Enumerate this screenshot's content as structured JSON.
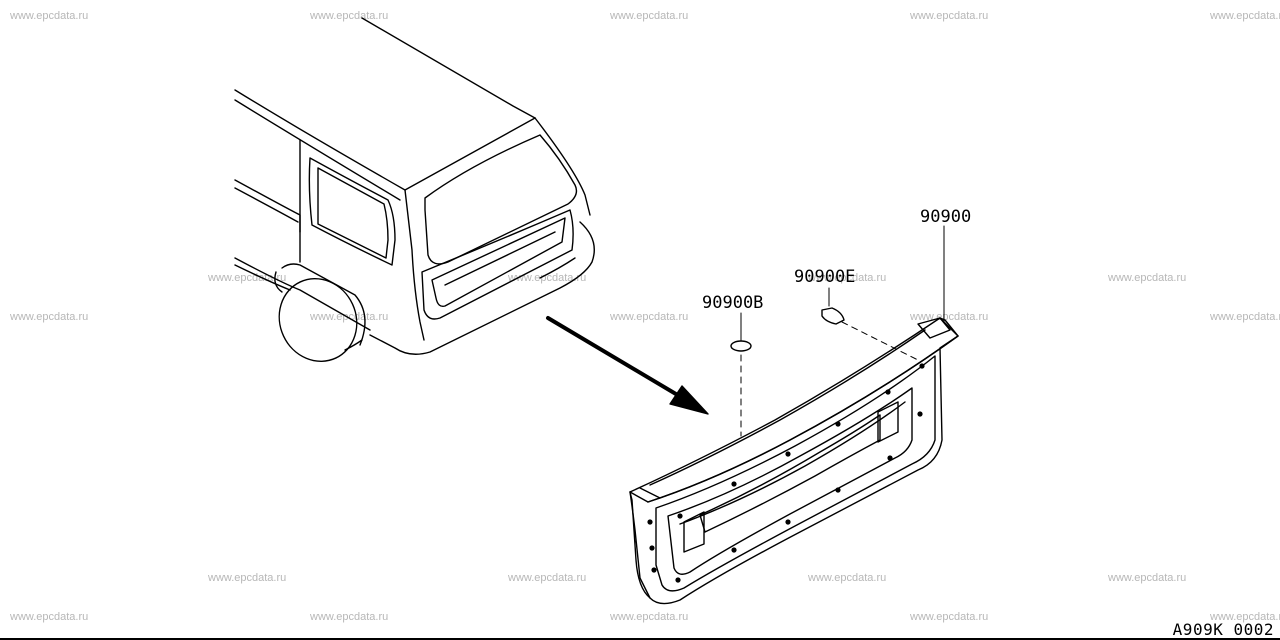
{
  "watermark": "www.epcdata.ru",
  "part_labels": {
    "main": "90900",
    "fastener": "90900E",
    "cap": "90900B"
  },
  "diagram_code": "A909K 0002"
}
